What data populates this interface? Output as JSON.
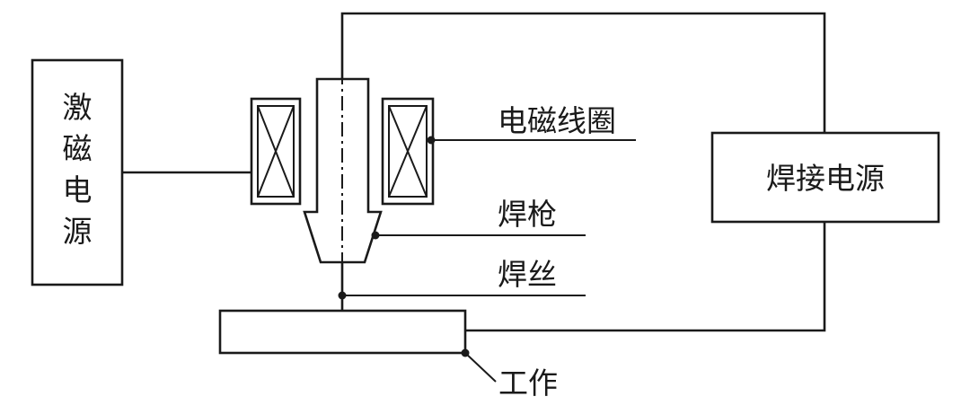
{
  "labels": {
    "excitation_power": [
      "激",
      "磁",
      "电",
      "源"
    ],
    "coil": "电磁线圈",
    "welding_power": "焊接电源",
    "torch": "焊枪",
    "wire": "焊丝",
    "workpiece": "工作"
  }
}
